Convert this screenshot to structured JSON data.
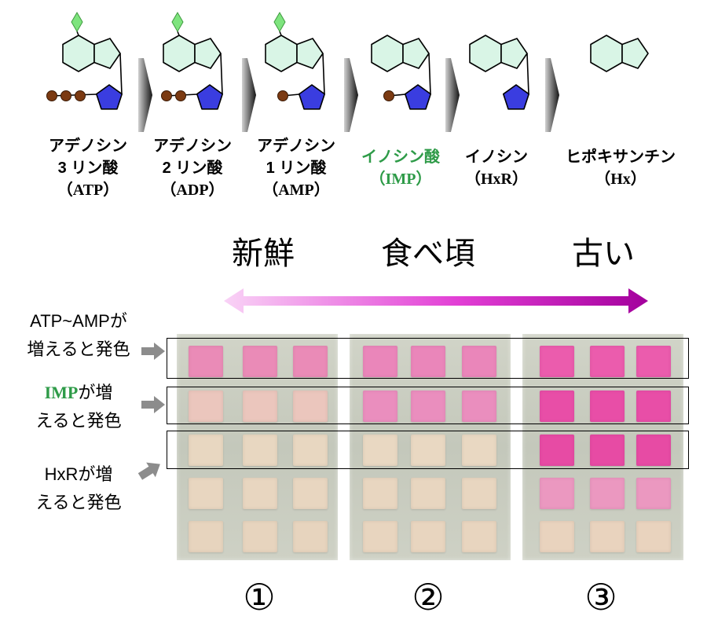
{
  "molecules": [
    {
      "lines": [
        "アデノシン",
        "3 リン酸",
        "（ATP）"
      ],
      "amino_group": true,
      "ribose": true,
      "phosphates": 3
    },
    {
      "lines": [
        "アデノシン",
        "2 リン酸",
        "（ADP）"
      ],
      "amino_group": true,
      "ribose": true,
      "phosphates": 2
    },
    {
      "lines": [
        "アデノシン",
        "1 リン酸",
        "（AMP）"
      ],
      "amino_group": true,
      "ribose": true,
      "phosphates": 1
    },
    {
      "lines": [
        "イノシン酸",
        "（IMP）"
      ],
      "amino_group": false,
      "ribose": true,
      "phosphates": 1,
      "label_color": "#2e9b48"
    },
    {
      "lines": [
        "イノシン",
        "（HxR）"
      ],
      "amino_group": false,
      "ribose": true,
      "phosphates": 0
    },
    {
      "lines": [
        "ヒポキサンチン",
        "（Hx）"
      ],
      "amino_group": false,
      "ribose": false,
      "phosphates": 0
    }
  ],
  "freshness": {
    "fresh": "新鮮",
    "ripe": "食べ頃",
    "old": "古い"
  },
  "indicators": [
    {
      "lines": [
        "ATP~AMPが",
        "増えると発色"
      ]
    },
    {
      "highlight": "IMP",
      "lines": [
        "が増",
        "えると発色"
      ]
    },
    {
      "lines": [
        "HxRが増",
        "えると発色"
      ]
    }
  ],
  "samples": [
    {
      "number": "①",
      "row_colors": [
        "#ea8bb7",
        "#ebc6bd",
        "#e8d7c1",
        "#e8d6c0",
        "#e7d4be"
      ]
    },
    {
      "number": "②",
      "row_colors": [
        "#ea86ba",
        "#ea8ebe",
        "#e9d8c2",
        "#e8d6c0",
        "#e8d5bf"
      ]
    },
    {
      "number": "③",
      "row_colors": [
        "#eb5cad",
        "#e84ea7",
        "#e74ba4",
        "#eb98c0",
        "#e9d3be"
      ]
    }
  ],
  "colors": {
    "ring_fill": "#d9f5e6",
    "amino_fill": "#7ee47e",
    "amino_stroke": "#3f9a3f",
    "ribose_fill": "#3a3de0",
    "phosphate_fill": "#7b3a12",
    "highlight_green": "#2e9b48",
    "scale_arrow_start": "#f9d3f6",
    "scale_arrow_mid": "#e23fd5",
    "scale_arrow_end": "#a3009c",
    "indicator_arrow": "#8c8c8c",
    "reaction_arrow_light": "#d2d2d2",
    "reaction_arrow_dark": "#141414"
  }
}
